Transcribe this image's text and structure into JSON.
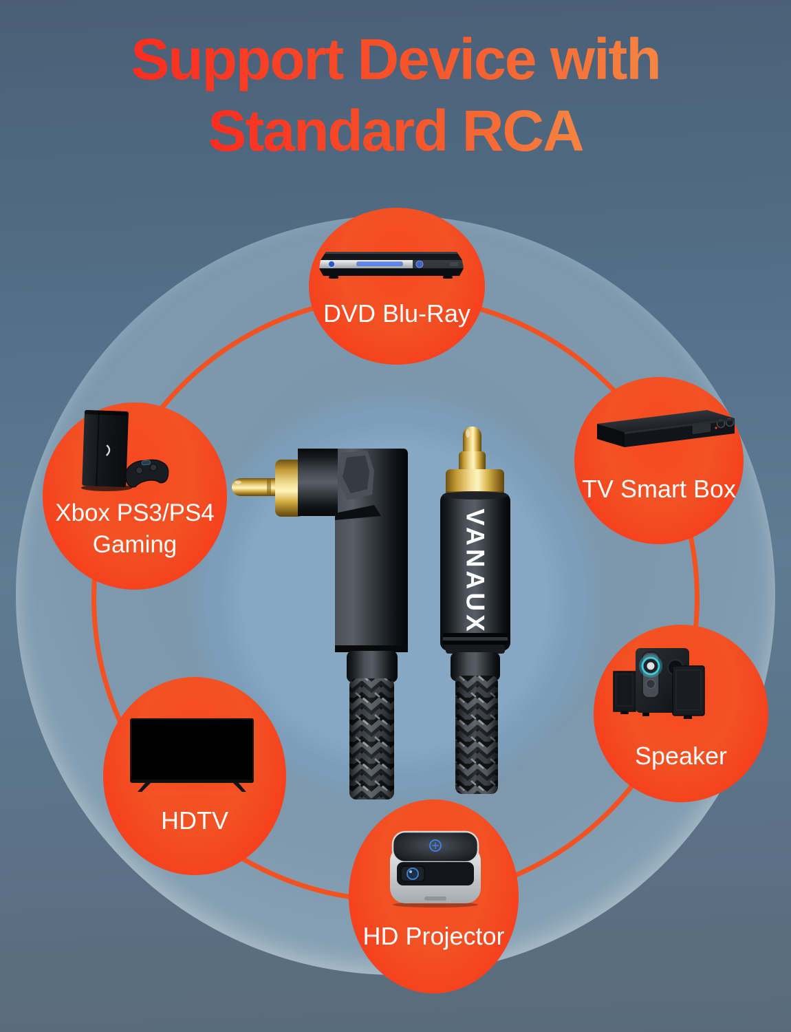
{
  "title": {
    "line1": "Support Device with",
    "line2": "Standard RCA"
  },
  "product": {
    "brand": "VANAUX"
  },
  "devices": {
    "dvd": {
      "label": "DVD Blu-Ray",
      "icon": "dvd-player-icon"
    },
    "tvbox": {
      "label": "TV Smart Box",
      "icon": "tv-smart-box-icon"
    },
    "gaming": {
      "label_line1": "Xbox PS3/PS4",
      "label_line2": "Gaming",
      "icon": "game-console-icon"
    },
    "speaker": {
      "label": "Speaker",
      "icon": "speaker-system-icon"
    },
    "hdtv": {
      "label": "HDTV",
      "icon": "hdtv-icon"
    },
    "projector": {
      "label": "HD Projector",
      "icon": "hd-projector-icon"
    }
  },
  "colors": {
    "accent_orange_ring": "#f3511f",
    "bubble_red_center": "#f7491f",
    "bubble_red_edge": "#f93119",
    "title_gradient_start": "#fb2c1f",
    "title_gradient_end": "#f58b45",
    "background_top": "#4a5f76",
    "background_mid": "#5e7b94",
    "background_bottom": "#596b7b",
    "inner_circle_blue": "#86a8c3",
    "label_text": "#ffffff",
    "connector_gold": "#f3de96",
    "cable_black": "#1a1d21"
  }
}
